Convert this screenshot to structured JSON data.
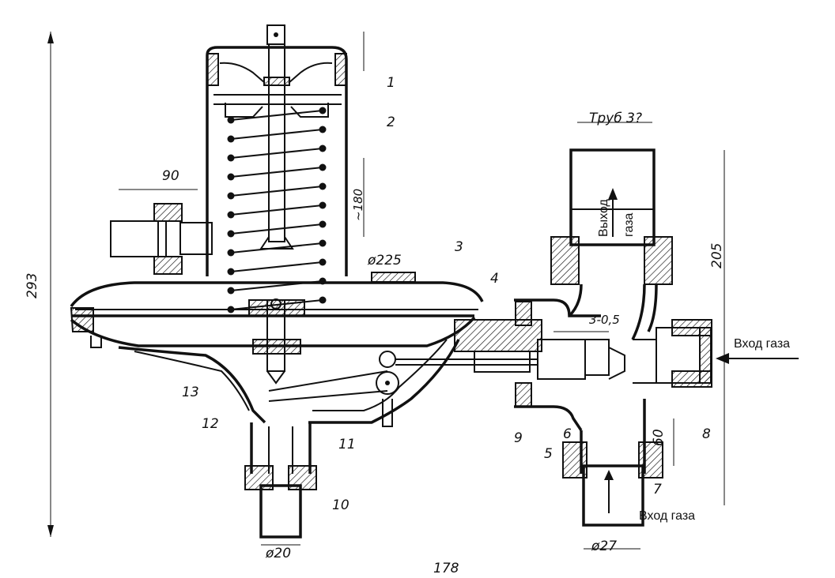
{
  "parts": [
    "1",
    "2",
    "3",
    "4",
    "5",
    "6",
    "7",
    "8",
    "9",
    "10",
    "11",
    "12",
    "13"
  ],
  "dimensions": {
    "d225": "ø225",
    "d90": "90",
    "d180": "~180",
    "d293": "293",
    "d205": "205",
    "d60": "60",
    "d30": "3-0,5",
    "d178": "178",
    "d20": "ø20",
    "d27": "ø27",
    "pipe": "Труб 3?"
  },
  "flows": {
    "outlet": "Выход",
    "outlet2": "газа",
    "inlet_right": "Вход газа",
    "inlet_bottom": "Вход газа"
  }
}
